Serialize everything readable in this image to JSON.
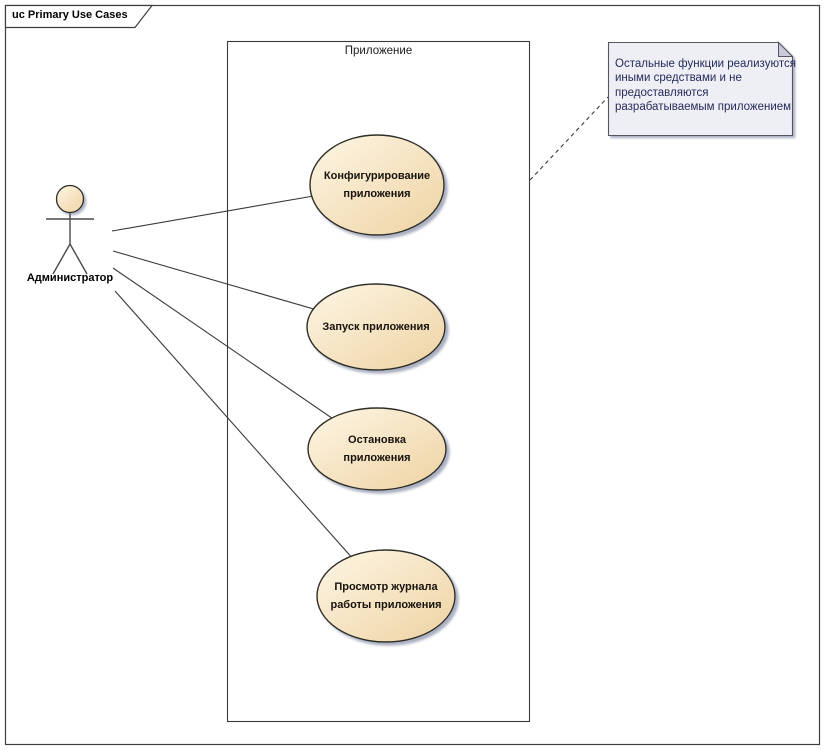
{
  "frame": {
    "title": "uc Primary Use Cases"
  },
  "system_boundary": {
    "label": "Приложение"
  },
  "actor": {
    "name": "Администратор"
  },
  "use_cases": [
    {
      "label": "Конфигурирование приложения",
      "lines": [
        "Конфигурирование",
        "приложения"
      ]
    },
    {
      "label": "Запуск приложения",
      "lines": [
        "Запуск приложения"
      ]
    },
    {
      "label": "Остановка приложения",
      "lines": [
        "Остановка",
        "приложения"
      ]
    },
    {
      "label": "Просмотр журнала работы приложения",
      "lines": [
        "Просмотр журнала",
        "работы приложения"
      ]
    }
  ],
  "note": {
    "text": "Остальные функции реализуются иными средствами и не предоставляются разрабатываемым приложением",
    "lines": [
      "Остальные функции реализуются",
      "иными средствами и не",
      "предоставляются",
      "разрабатываемым приложением"
    ]
  },
  "colors": {
    "usecase_fill_light": "#FDF6E5",
    "usecase_fill_dark": "#EED2A2",
    "shape_border": "#2F2D28",
    "note_fill": "#EEEEF5",
    "note_fold": "#C9C9DA",
    "note_text": "#262B5A",
    "connector": "#3A3A3A",
    "shadow": "#8E95AC",
    "background": "#FFFFFF"
  }
}
